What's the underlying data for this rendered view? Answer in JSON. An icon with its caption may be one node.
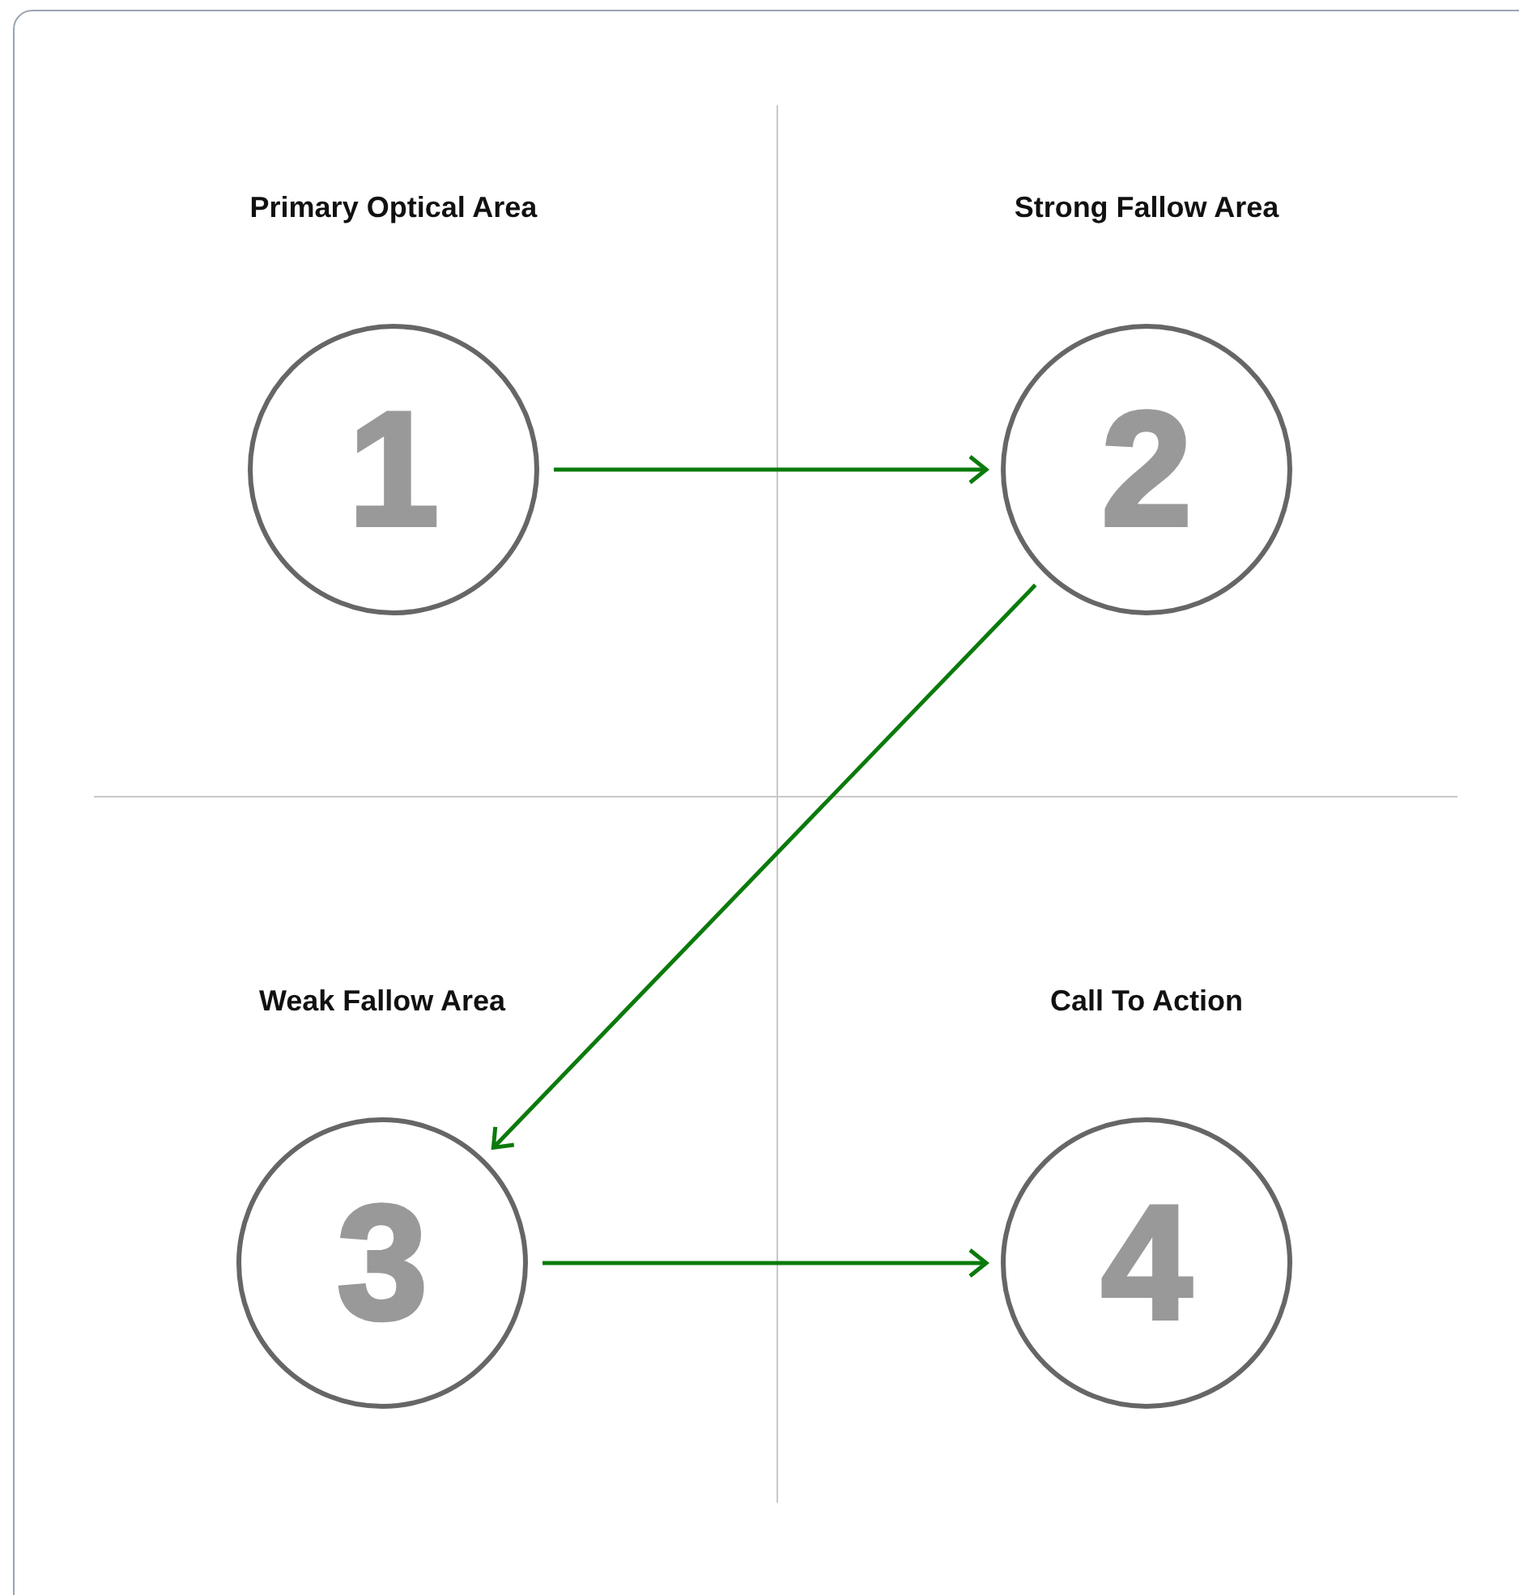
{
  "diagram": {
    "nodes": [
      {
        "text": [
          "1"
        ],
        "beside": [
          "Primary Optical Area"
        ]
      },
      {
        "text": [
          "2"
        ],
        "beside": [
          "Strong Fallow Area"
        ]
      },
      {
        "text": [
          "3"
        ],
        "beside": [
          "Weak Fallow Area"
        ]
      },
      {
        "text": [
          "4"
        ],
        "beside": [
          "Call To Action"
        ]
      }
    ],
    "edges": [
      {
        "from": 0,
        "to": 1,
        "arrow": "to"
      },
      {
        "from": 1,
        "to": 2,
        "arrow": "to"
      },
      {
        "from": 2,
        "to": 3,
        "arrow": "to"
      }
    ]
  }
}
